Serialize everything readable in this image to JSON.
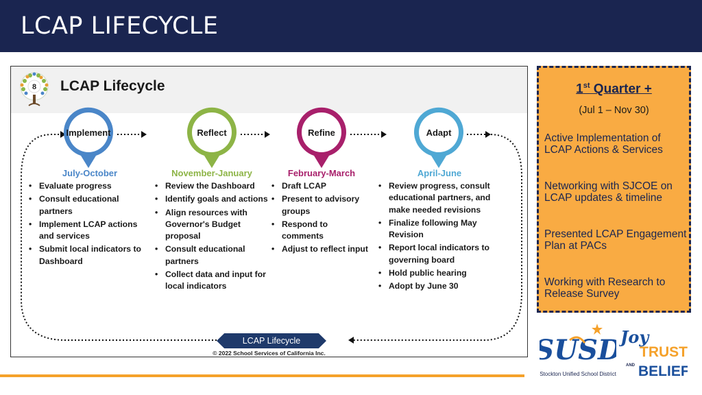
{
  "slide": {
    "title": "LCAP LIFECYCLE"
  },
  "infographic": {
    "badge": "8",
    "title": "LCAP Lifecycle",
    "stages": [
      {
        "name": "Implement",
        "dates": "July-October",
        "color": "#4a86c8",
        "bullets": [
          "Evaluate progress",
          "Consult educational partners",
          "Implement LCAP actions and services",
          "Submit local indicators to Dashboard"
        ]
      },
      {
        "name": "Reflect",
        "dates": "November-January",
        "color": "#8db446",
        "bullets": [
          "Review the Dashboard",
          "Identify goals and actions",
          "Align resources with Governor's Budget proposal",
          "Consult educational partners",
          "Collect data and input for local indicators"
        ]
      },
      {
        "name": "Refine",
        "dates": "February-March",
        "color": "#a8206b",
        "bullets": [
          "Draft LCAP",
          "Present to advisory groups",
          "Respond to comments",
          "Adjust to reflect input"
        ]
      },
      {
        "name": "Adapt",
        "dates": "April-June",
        "color": "#4fa8d4",
        "bullets": [
          "Review progress, consult educational partners, and make needed revisions",
          "Finalize following May Revision",
          "Report local indicators to governing board",
          "Hold public hearing",
          "Adopt by June 30"
        ]
      }
    ],
    "cycle_label": "LCAP Lifecycle",
    "copyright": "© 2022 School Services of California Inc."
  },
  "quarter": {
    "title_num": "1",
    "title_sup": "st",
    "title_rest": " Quarter +",
    "subtitle": "(Jul 1 – Nov 30)",
    "items": [
      "Active Implementation of LCAP Actions & Services",
      "Networking with SJCOE on LCAP updates & timeline",
      "Presented LCAP Engagement Plan at PACs",
      "Working with Research to Release Survey"
    ]
  },
  "logos": {
    "susd_mark": "SUSD",
    "susd_name": "Stockton Unified School District",
    "joy": "Joy",
    "trust": "TRUST",
    "and": "AND",
    "belief": "BELIEF"
  },
  "colors": {
    "header": "#1a2550",
    "accent_orange": "#f9ab43",
    "cycle_navy": "#1f3a6b"
  }
}
